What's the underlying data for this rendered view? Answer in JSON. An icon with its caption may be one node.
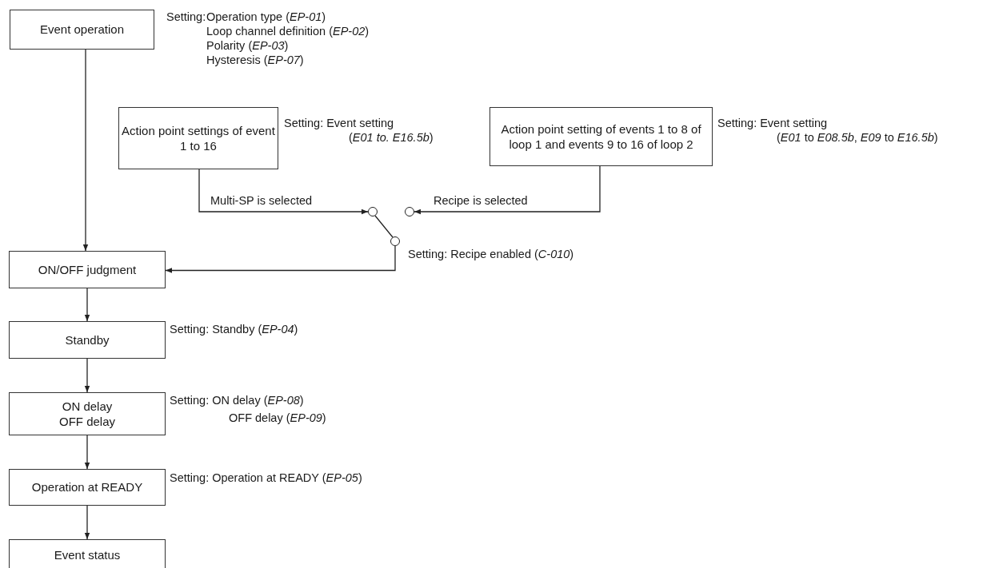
{
  "diagram": {
    "nodes": [
      {
        "text": [
          "Event operation"
        ],
        "beside": [
          "Setting:",
          "Operation type (*EP-01*)",
          "Loop channel definition (*EP-02*)",
          "Polarity (*EP-03*)",
          "Hysteresis (*EP-07*)"
        ]
      },
      {
        "text": [
          "Action point settings of event 1 to 16"
        ],
        "beside": [
          "Setting: Event setting",
          "(*E01 to. E16.5b*)"
        ]
      },
      {
        "text": [
          "Action point setting of events 1 to 8 of loop 1 and events 9 to 16 of loop 2"
        ],
        "beside": [
          "Setting: Event setting",
          "(*E01* to *E08.5b*, *E09* to *E16.5b*)"
        ]
      },
      {
        "text": [],
        "shape": "circle"
      },
      {
        "text": [],
        "shape": "circle"
      },
      {
        "text": [],
        "shape": "circle",
        "beside": [
          "Setting: Recipe enabled (*C-010*)"
        ]
      },
      {
        "text": [
          "ON/OFF judgment"
        ]
      },
      {
        "text": [
          "Standby"
        ],
        "beside": [
          "Setting: Standby (*EP-04*)"
        ]
      },
      {
        "text": [
          "ON delay",
          "OFF delay"
        ],
        "beside": [
          "Setting: ON delay (*EP-08*)",
          "OFF delay (*EP-09*)"
        ]
      },
      {
        "text": [
          "Operation at READY"
        ],
        "beside": [
          "Setting: Operation at READY (*EP-05*)"
        ]
      },
      {
        "text": [
          "Event status"
        ]
      }
    ],
    "edges": [
      {
        "from": 0,
        "to": 6,
        "arrow": "to"
      },
      {
        "from": 1,
        "to": 3,
        "arrow": "to",
        "label": "Multi-SP is selected"
      },
      {
        "from": 2,
        "to": 4,
        "arrow": "to",
        "label": "Recipe is selected"
      },
      {
        "from": 5,
        "to": 3,
        "arrow": "none"
      },
      {
        "from": 5,
        "to": 6,
        "arrow": "to"
      },
      {
        "from": 6,
        "to": 7,
        "arrow": "to"
      },
      {
        "from": 7,
        "to": 8,
        "arrow": "to"
      },
      {
        "from": 8,
        "to": 9,
        "arrow": "to"
      },
      {
        "from": 9,
        "to": 10,
        "arrow": "to"
      }
    ]
  }
}
